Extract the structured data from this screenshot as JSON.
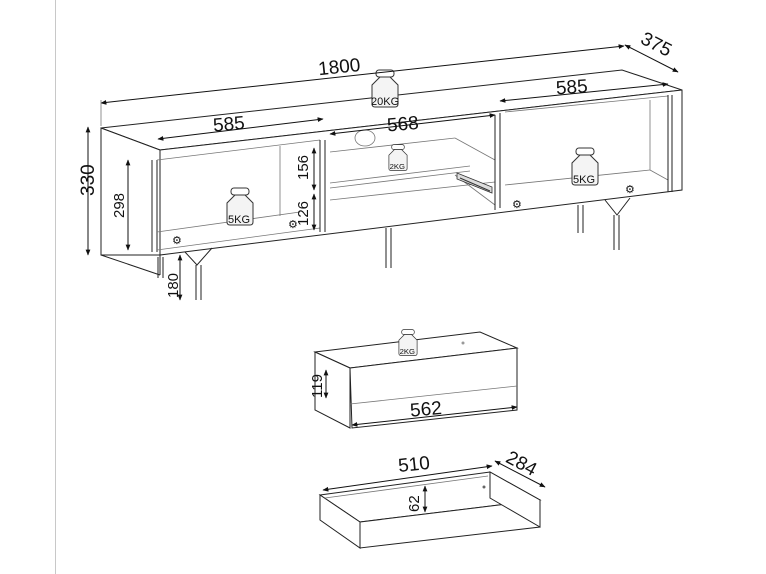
{
  "dimensions": {
    "total_width": "1800",
    "depth": "375",
    "left_door_width": "585",
    "middle_width": "568",
    "right_door_width": "585",
    "total_height": "330",
    "inner_height": "298",
    "upper_shelf_height": "156",
    "lower_shelf_height": "126",
    "leg_height": "180",
    "drawer_front_height": "119",
    "drawer_front_width": "562",
    "drawer_box_width": "510",
    "drawer_box_depth": "284",
    "drawer_box_height": "62"
  },
  "load_labels": {
    "top": "20KG",
    "left_compartment": "5KG",
    "middle_shelf": "2KG",
    "right_compartment": "5KG",
    "drawer": "2KG"
  }
}
